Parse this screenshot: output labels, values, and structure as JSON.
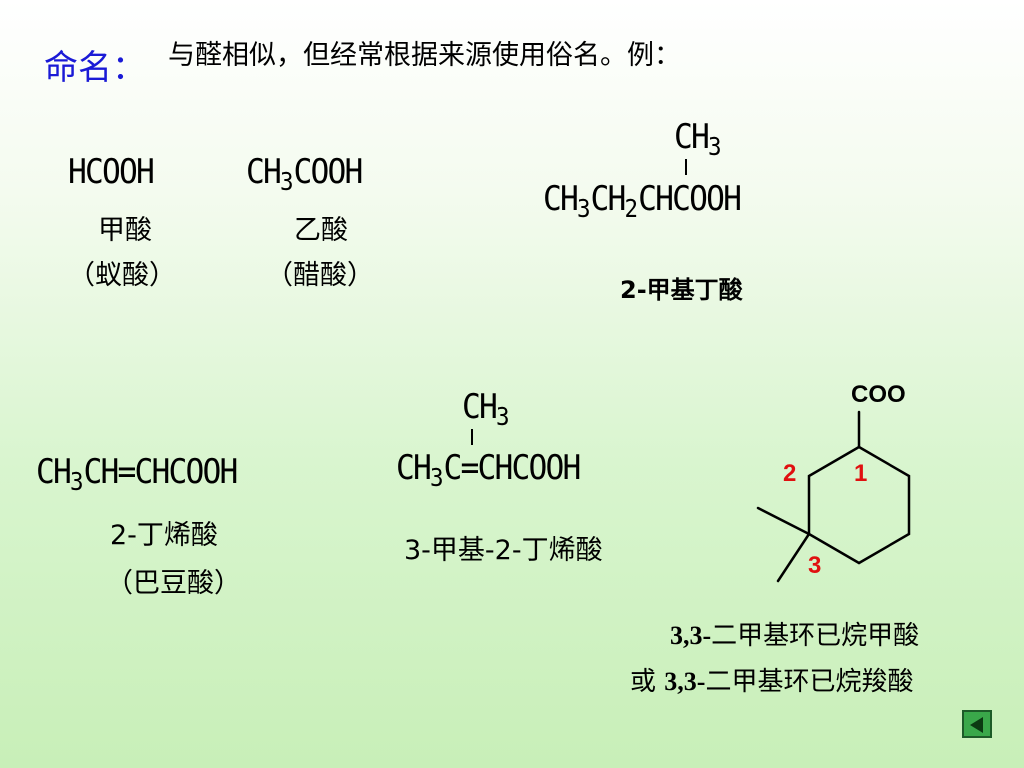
{
  "heading": {
    "label": "命名：",
    "text": "与醛相似，但经常根据来源使用俗名。例："
  },
  "compounds": {
    "formic": {
      "f1": "HCOOH",
      "name": "甲酸",
      "alt": "（蚁酸）"
    },
    "acetic": {
      "f1": "CH",
      "f2": "3",
      "f3": "COOH",
      "name": "乙酸",
      "alt": "（醋酸）"
    },
    "methylbutanoic": {
      "branch1": "CH",
      "branch2": "3",
      "m1": "CH",
      "m2": "3",
      "m3": "CH",
      "m4": "2",
      "m5": "CHCOOH",
      "name": "2-甲基丁酸"
    },
    "butenoic": {
      "f1": "CH",
      "f2": "3",
      "f3": "CH=CHCOOH",
      "name": "2-丁烯酸",
      "alt": "（巴豆酸）"
    },
    "methylbutenoic": {
      "branch1": "CH",
      "branch2": "3",
      "m1": "CH",
      "m2": "3",
      "m3": "C=CHCOOH",
      "name": "3-甲基-2-丁烯酸"
    },
    "cyclohexane": {
      "group": "COO",
      "num1": "1",
      "num2": "2",
      "num3": "3",
      "name_prefix": "3,3-",
      "name_rest": "二甲基环已烷甲酸",
      "alt_or": "或 ",
      "alt_prefix": "3,3-",
      "alt_rest": "二甲基环已烷羧酸"
    }
  },
  "colors": {
    "heading_label": "#1a1ad6",
    "ring_numbers": "#e01010"
  },
  "nav": {
    "icon": "back-arrow-icon"
  }
}
